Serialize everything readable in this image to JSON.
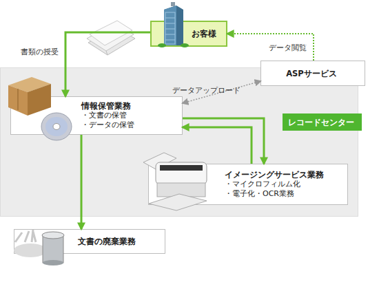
{
  "diagram": {
    "nodes": [
      {
        "text": [
          "お客様"
        ]
      },
      {
        "text": [
          "ASPサービス"
        ]
      },
      {
        "text": [
          "情報保管業務",
          "・文書の保管",
          "・データの保管"
        ]
      },
      {
        "text": [
          "レコードセンター"
        ]
      },
      {
        "text": [
          "イメージングサービス業務",
          "・マイクロフィルム化",
          "・電子化・OCR業務"
        ]
      },
      {
        "text": [
          "文書の廃棄業務"
        ]
      }
    ],
    "edges": [
      {
        "from": 0,
        "to": 2,
        "label": "書類の授受",
        "arrow": "to"
      },
      {
        "from": 1,
        "to": 0,
        "label": "データ閲覧",
        "arrow": "to"
      },
      {
        "from": 2,
        "to": 1,
        "label": "データアップロード",
        "arrow": "both"
      },
      {
        "from": 2,
        "to": 4,
        "arrow": "to"
      },
      {
        "from": 4,
        "to": 2,
        "arrow": "to"
      },
      {
        "from": 2,
        "to": 5,
        "arrow": "to"
      }
    ]
  }
}
